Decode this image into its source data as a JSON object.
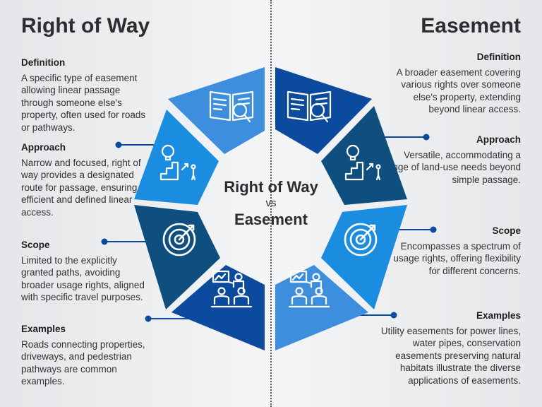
{
  "left": {
    "title": "Right of Way",
    "sections": [
      {
        "heading": "Definition",
        "text": "A specific type of easement allowing linear passage through someone else's property, often used for roads or pathways."
      },
      {
        "heading": "Approach",
        "text": "Narrow and focused, right of way provides a designated route for passage, ensuring efficient and defined linear access."
      },
      {
        "heading": "Scope",
        "text": "Limited to the explicitly granted paths, avoiding broader usage rights, aligned with specific travel purposes."
      },
      {
        "heading": "Examples",
        "text": "Roads connecting properties, driveways, and pedestrian pathways are common examples."
      }
    ]
  },
  "right": {
    "title": "Easement",
    "sections": [
      {
        "heading": "Definition",
        "text": "A broader easement covering various rights over someone else's property, extending beyond linear access."
      },
      {
        "heading": "Approach",
        "text": "Versatile, accommodating a range of land-use needs beyond simple passage."
      },
      {
        "heading": "Scope",
        "text": "Encompasses a spectrum of usage rights, offering flexibility for different concerns."
      },
      {
        "heading": "Examples",
        "text": "Utility easements for power lines, water pipes, conservation easements preserving natural habitats illustrate the diverse applications of easements."
      }
    ]
  },
  "center": {
    "line1": "Right of Way",
    "line2": "vs",
    "line3": "Easement"
  },
  "colors": {
    "dark": "#0c4a9e",
    "navy": "#0e4f7f",
    "mid": "#1b8de0",
    "light": "#3d8fde",
    "connector": "#0c4a9e"
  },
  "icons": [
    "book-search-icon",
    "ladder-goal-icon",
    "target-icon",
    "presentation-icon"
  ]
}
